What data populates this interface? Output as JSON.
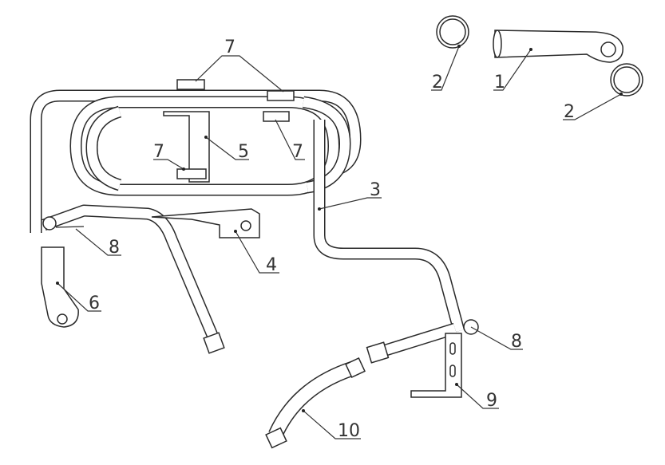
{
  "diagram": {
    "callouts": [
      {
        "id": "c1",
        "label": "1"
      },
      {
        "id": "c2a",
        "label": "2"
      },
      {
        "id": "c2b",
        "label": "2"
      },
      {
        "id": "c3",
        "label": "3"
      },
      {
        "id": "c4",
        "label": "4"
      },
      {
        "id": "c5",
        "label": "5"
      },
      {
        "id": "c6",
        "label": "6"
      },
      {
        "id": "c7a",
        "label": "7"
      },
      {
        "id": "c7b",
        "label": "7"
      },
      {
        "id": "c7c",
        "label": "7"
      },
      {
        "id": "c8a",
        "label": "8"
      },
      {
        "id": "c8b",
        "label": "8"
      },
      {
        "id": "c9",
        "label": "9"
      },
      {
        "id": "c10",
        "label": "10"
      }
    ]
  }
}
